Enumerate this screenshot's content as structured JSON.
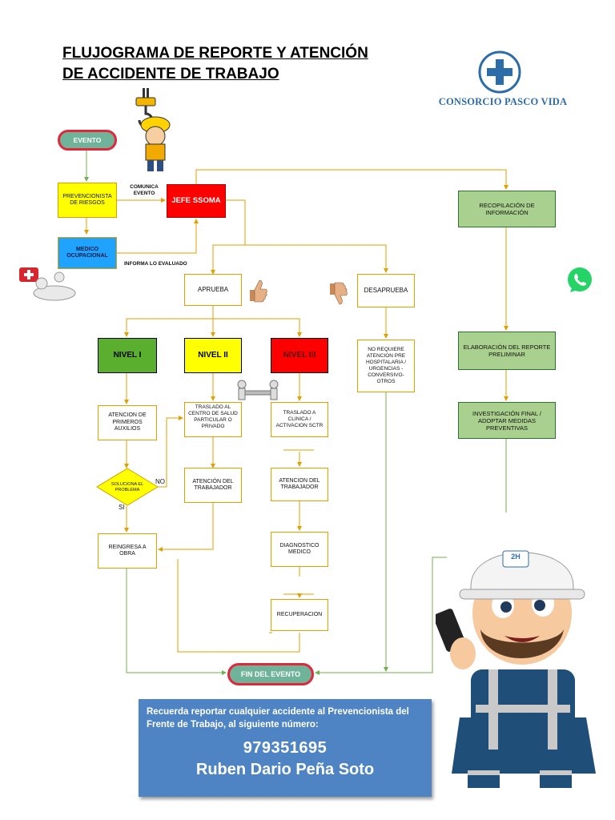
{
  "title": {
    "line1": "FLUJOGRAMA DE REPORTE Y ATENCIÓN",
    "line2": "DE ACCIDENTE DE TRABAJO"
  },
  "logo": {
    "text": "CONSORCIO PASCO VIDA",
    "accent": "#2c6ca8"
  },
  "nodes": {
    "evento": "EVENTO",
    "prevencionista": "PREVENCIONISTA DE RIESGOS",
    "medico": "MEDICO OCUPACIONAL",
    "jefe": "JEFE SSOMA",
    "aprueba": "APRUEBA",
    "desaprueba": "DESAPRUEBA",
    "nivel1": "NIVEL I",
    "nivel2": "NIVEL II",
    "nivel3": "NIVEL III",
    "no_requiere": "NO REQUIERE ATENCION PRE HOSPITALARIA / URGENCIAS - CONVERSIVO-OTROS",
    "primeros_auxilios": "ATENCION DE PRIMEROS AUXILIOS",
    "soluciona": "SOLUCIONA EL PROBLEMA",
    "reingresa": "REINGRESA A OBRA",
    "traslado_centro": "TRASLADO AL CENTRO DE SALUD PARTICULAR O PRIVADO",
    "atencion_trabajador_2": "ATENCIÓN DEL TRABAJADOR",
    "traslado_clinica": "TRASLADO A CLINICA / ACTIVACION SCTR",
    "atencion_trabajador_3": "ATENCION DEL TRABAJADOR",
    "diagnostico": "DIAGNOSTICO MEDICO",
    "recuperacion": "RECUPERACION",
    "recopilacion": "RECOPILACIÓN DE INFORMACIÓN",
    "elaboracion": "ELABORACIÓN DEL REPORTE PRELIMINAR",
    "investigacion": "INVESTIGACIÓN FINAL / ADOPTAR MEDIDAS PREVENTIVAS",
    "fin": "FIN DEL EVENTO"
  },
  "edge_labels": {
    "comunica": "COMUNICA EVENTO",
    "informa": "INFORMA LO EVALUADO",
    "no": "NO",
    "si": "SI"
  },
  "helmet_logo": "2H",
  "banner": {
    "message": "Recuerda reportar cualquier accidente al Prevencionista del Frente de Trabajo, al siguiente número:",
    "phone": "979351695",
    "name": "Ruben Dario Peña Soto"
  },
  "colors": {
    "connector_orange": "#e0a000",
    "connector_green": "#70b050",
    "banner": "#4f84c4",
    "whatsapp": "#25d366"
  }
}
